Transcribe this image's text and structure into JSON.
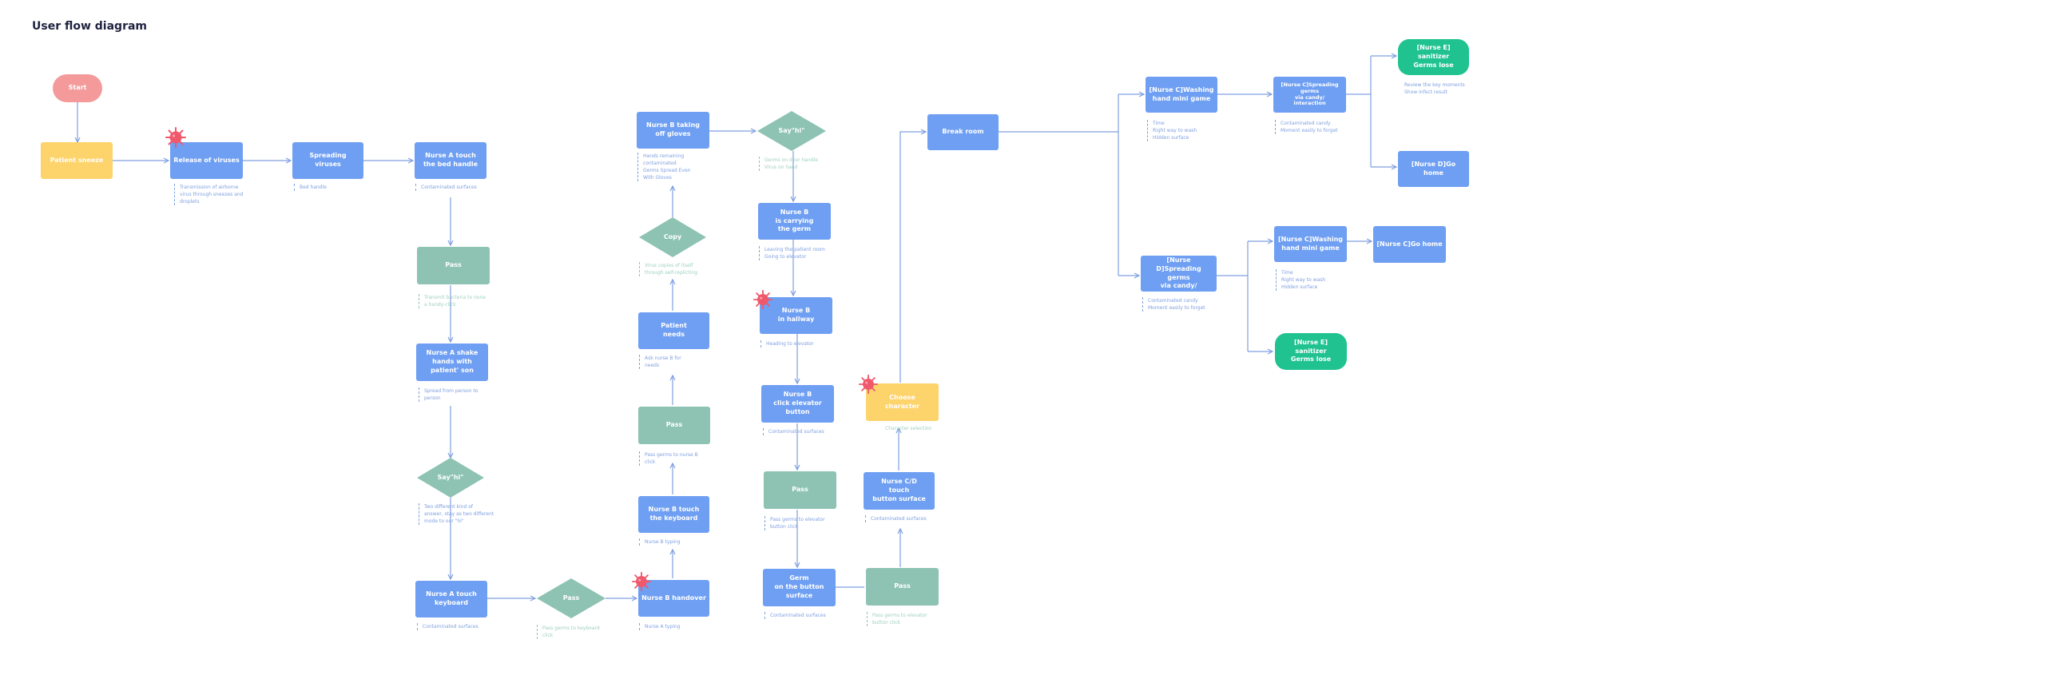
{
  "title": "User flow diagram",
  "colors": {
    "blue": "#6f9ff2",
    "teal": "#8ec3b4",
    "green": "#20c390",
    "yellow": "#fdd36b",
    "pink": "#f49a9b",
    "line": "#7f9fe0",
    "virus": "#f0586b"
  },
  "nodes": {
    "start": "Start",
    "patient_sneeze": "Patient sneeze",
    "release_viruses": "Release of viruses",
    "spreading_viruses": "Spreading\nviruses",
    "nurse_a_bed": "Nurse A touch\nthe bed handle",
    "pass_1": "Pass",
    "nurse_a_shake": "Nurse A shake\nhands with\npatient' son",
    "say_hi_1": "Say\"hi\"",
    "nurse_a_keyboard": "Nurse A touch\nkeyboard",
    "pass_diamond": "Pass",
    "nurse_b_handover": "Nurse B handover",
    "nurse_b_keyboard": "Nurse B touch\nthe keyboard",
    "pass_2": "Pass",
    "patient_needs": "Patient\nneeds",
    "copy": "Copy",
    "nurse_b_gloves": "Nurse B taking\noff gloves",
    "say_hi_2": "Say\"hi\"",
    "nurse_b_carrying": "Nurse B\nis carrying\nthe germ",
    "nurse_b_hallway": "Nurse B\nin hallway",
    "nurse_b_elevator": "Nurse B\nclick elevator\nbutton",
    "pass_3": "Pass",
    "germ_button": "Germ\non the button\nsurface",
    "pass_4": "Pass",
    "nurse_cd_touch": "Nurse C/D\ntouch\nbutton surface",
    "choose_character": "Choose\ncharacter",
    "break_room": "Break room",
    "nurse_c_wash_1": "[Nurse C]Washing\nhand mini game",
    "nurse_c_spread": "[Nurse C]Spreading\ngerms\nvia candy/\ninteraction",
    "nurse_e_1": "[Nurse E]\nsanitizer\nGerms lose",
    "nurse_d_home": "[Nurse D]Go home",
    "nurse_d_spread": "[Nurse D]Spreading\ngerms\nvia candy/",
    "nurse_c_wash_2": "[Nurse C]Washing\nhand mini game",
    "nurse_c_home": "[Nurse C]Go home",
    "nurse_e_2": "[Nurse E]\nsanitizer\nGerms lose"
  },
  "notes": {
    "release": "Transmission of airborne\nvirus through sneezes and\ndroplets",
    "spreading": "Bed handle",
    "bed": "Contaminated surfaces",
    "pass_1": "Transmit bacteria to none\na handy-click",
    "shake": "Spread from person to\nperson",
    "say_hi_1": "Two different kind of\nanswer, stay as two different\nmode to our \"hi\"",
    "keyboard_a": "Contaminated surfaces",
    "pass_diamond": "Pass germs to keyboard\nclick",
    "handover": "Nurse A typing",
    "keyboard_b": "Nurse B typing",
    "pass_2": "Pass germs to nurse B\nclick",
    "patient_needs": "Ask nurse B for\nneeds",
    "copy": "Virus copies of itself\nthrough self-replicting",
    "gloves": "Hands remaining\ncontaminated\nGerms Spread Even\nWith Gloves",
    "say_hi_2": "Germs on door handle\nVirus on hand",
    "carrying": "Leaving the patient room\nGoing to elevator",
    "hallway": "Heading to elevator",
    "elevator": "Contaminated surfaces",
    "pass_3": "Pass germs to elevator\nbutton click",
    "germ_button": "Contaminated surfaces",
    "pass_4": "Pass germs to elevator\nbutton click",
    "cd_touch": "Contaminated surfaces",
    "choose": "Character selection",
    "wash_1": "Time\nRight way to wash\nHidden surface",
    "spread_c": "Contaminated candy\nMoment easily to forget",
    "nurse_e_1": "Review the key moments\nShow infect result",
    "spread_d": "Contaminated candy\nMoment easily to forget",
    "wash_2": "Time\nRight way to wash\nHidden surface"
  }
}
